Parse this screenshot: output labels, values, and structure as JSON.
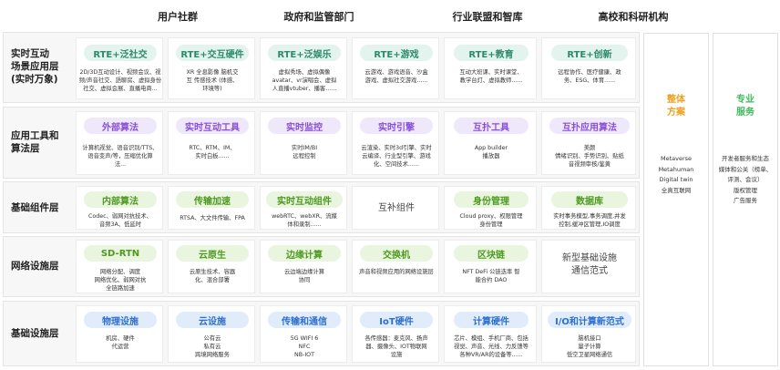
{
  "columns": [
    "用户社群",
    "政府和监管部门",
    "行业联盟和智库",
    "高校和科研机构"
  ],
  "rows": [
    {
      "label": [
        "实时互动",
        "场景应用层",
        "(实时万象)"
      ]
    },
    {
      "label": [
        "应用工具和",
        "算法层"
      ]
    },
    {
      "label": [
        "基础组件层"
      ]
    },
    {
      "label": [
        "网络设施层"
      ]
    },
    {
      "label": [
        "基础设施层"
      ]
    }
  ],
  "r1": [
    {
      "title": "RTE+泛社交",
      "desc": [
        "2D/3D互动设计、视频会议、视",
        "频/声音社交、語聊房、虚拟身份",
        "社交、虚拟会展、直播电商..."
      ]
    },
    {
      "title": "RTE+交互硬件",
      "desc": [
        "XR 全息影像 脑机交",
        "互 传感技术 (体感、",
        "环境等)"
      ]
    },
    {
      "title": "RTE+泛娱乐",
      "desc": [
        "虚拟秀场、虚拟偶像",
        "avatar、vr演唱会、虚拟",
        "人直播vtuber、播客......"
      ]
    },
    {
      "title": "RTE+游戏",
      "desc": [
        "云游戏、游戏语音、沙盒",
        "游戏、虚拟社交游戏......"
      ]
    },
    {
      "title": "RTE+教育",
      "desc": [
        "互动大班课、实时课堂、",
        "教学台灯、虚拟教师......"
      ]
    },
    {
      "title": "RTE+创新",
      "desc": [
        "远程协作、医疗健康、政",
        "务、ESG、体育......"
      ]
    }
  ],
  "r2": [
    {
      "title": "外部算法",
      "desc": [
        "计算机视觉、语音识别/TTS、",
        "语音变声/等，压缩优化算",
        "法..."
      ]
    },
    {
      "title": "实时互动工具",
      "desc": [
        "RTC、RTM、IM、",
        "实时白板......"
      ]
    },
    {
      "title": "实时监控",
      "desc": [
        "实时IM/BI",
        "远程控制"
      ]
    },
    {
      "title": "实时引擎",
      "desc": [
        "云渲染、实时3d引擎、实时",
        "云编译、行业型引擎、游戏",
        "化、空间技术......"
      ]
    },
    {
      "title": "互扑工具",
      "desc": [
        "App builder",
        "播放器"
      ]
    },
    {
      "title": "互扑应用算法",
      "desc": [
        "美颜",
        "情绪识别、手势识别、贴纸",
        "音视频审核/鉴黄"
      ]
    }
  ],
  "r3": [
    {
      "title": "内部算法",
      "desc": [
        "Codec、弱网对抗技术、",
        "音频3A、低延时"
      ]
    },
    {
      "title": "传输加速",
      "desc": [
        "RTSA、大文件传输、FPA"
      ]
    },
    {
      "title": "实时互动组件",
      "desc": [
        "webRTC、webXR、流媒",
        "体和录制......"
      ]
    },
    {
      "title": "身份管理",
      "desc": [
        "Cloud proxy、权限管理",
        "身份管理"
      ]
    },
    {
      "title": "数据库",
      "desc": [
        "实时事务模型,事务调度,并发",
        "控制,缓冲区管理,IO调度"
      ]
    }
  ],
  "r3_merged": "互补组件",
  "r4": [
    {
      "title": "SD-RTN",
      "desc": [
        "网络分配、调度",
        "网络优化、弱网对抗",
        "全链路加速"
      ]
    },
    {
      "title": "云原生",
      "desc": [
        "云原生技术、容器",
        "化、混合部署"
      ]
    },
    {
      "title": "边缘计算",
      "desc": [
        "云边端边缘计算",
        "协同"
      ]
    },
    {
      "title": "交换机",
      "desc": [
        "声音和视频应用的网络设施层"
      ]
    },
    {
      "title": "区块链",
      "desc": [
        "NFT DeFi 公链迭率 智",
        "能合约 DAO"
      ]
    }
  ],
  "r4_new": [
    "新型基础设施",
    "通信范式"
  ],
  "r5": [
    {
      "title": "物理设施",
      "desc": [
        "机房、硬件",
        "代运营"
      ]
    },
    {
      "title": "云设施",
      "desc": [
        "公有云",
        "私有云",
        "跨境网络服务"
      ]
    },
    {
      "title": "传输和通信",
      "desc": [
        "5G WIFI 6",
        "NFC",
        "NB-IOT"
      ]
    },
    {
      "title": "IoT硬件",
      "desc": [
        "各传感器：麦克风、扬声",
        "器、摄像头、IOT物联网",
        "设施"
      ]
    },
    {
      "title": "计算硬件",
      "desc": [
        "芯片、模组、手机厂商、包括",
        "视觉、声音、光线、力反馈等",
        "各种VR/AR的设备等......"
      ]
    },
    {
      "title": "I/O和计算新范式",
      "desc": [
        "脑机接口",
        "量子计算",
        "低空卫星网络通信"
      ]
    }
  ],
  "side1": {
    "title": [
      "整体",
      "方案"
    ],
    "lines": [
      "Metaverse",
      "Metahuman",
      "Digital twin",
      "全真互联网"
    ],
    "color": "#f0a020"
  },
  "side2": {
    "title": [
      "专业",
      "服务"
    ],
    "lines": [
      "开发者服务和生态",
      "媒体和公关（榜单、",
      "评测、会议）",
      "版权管理",
      "广告服务"
    ],
    "color": "#3dbb5a"
  }
}
